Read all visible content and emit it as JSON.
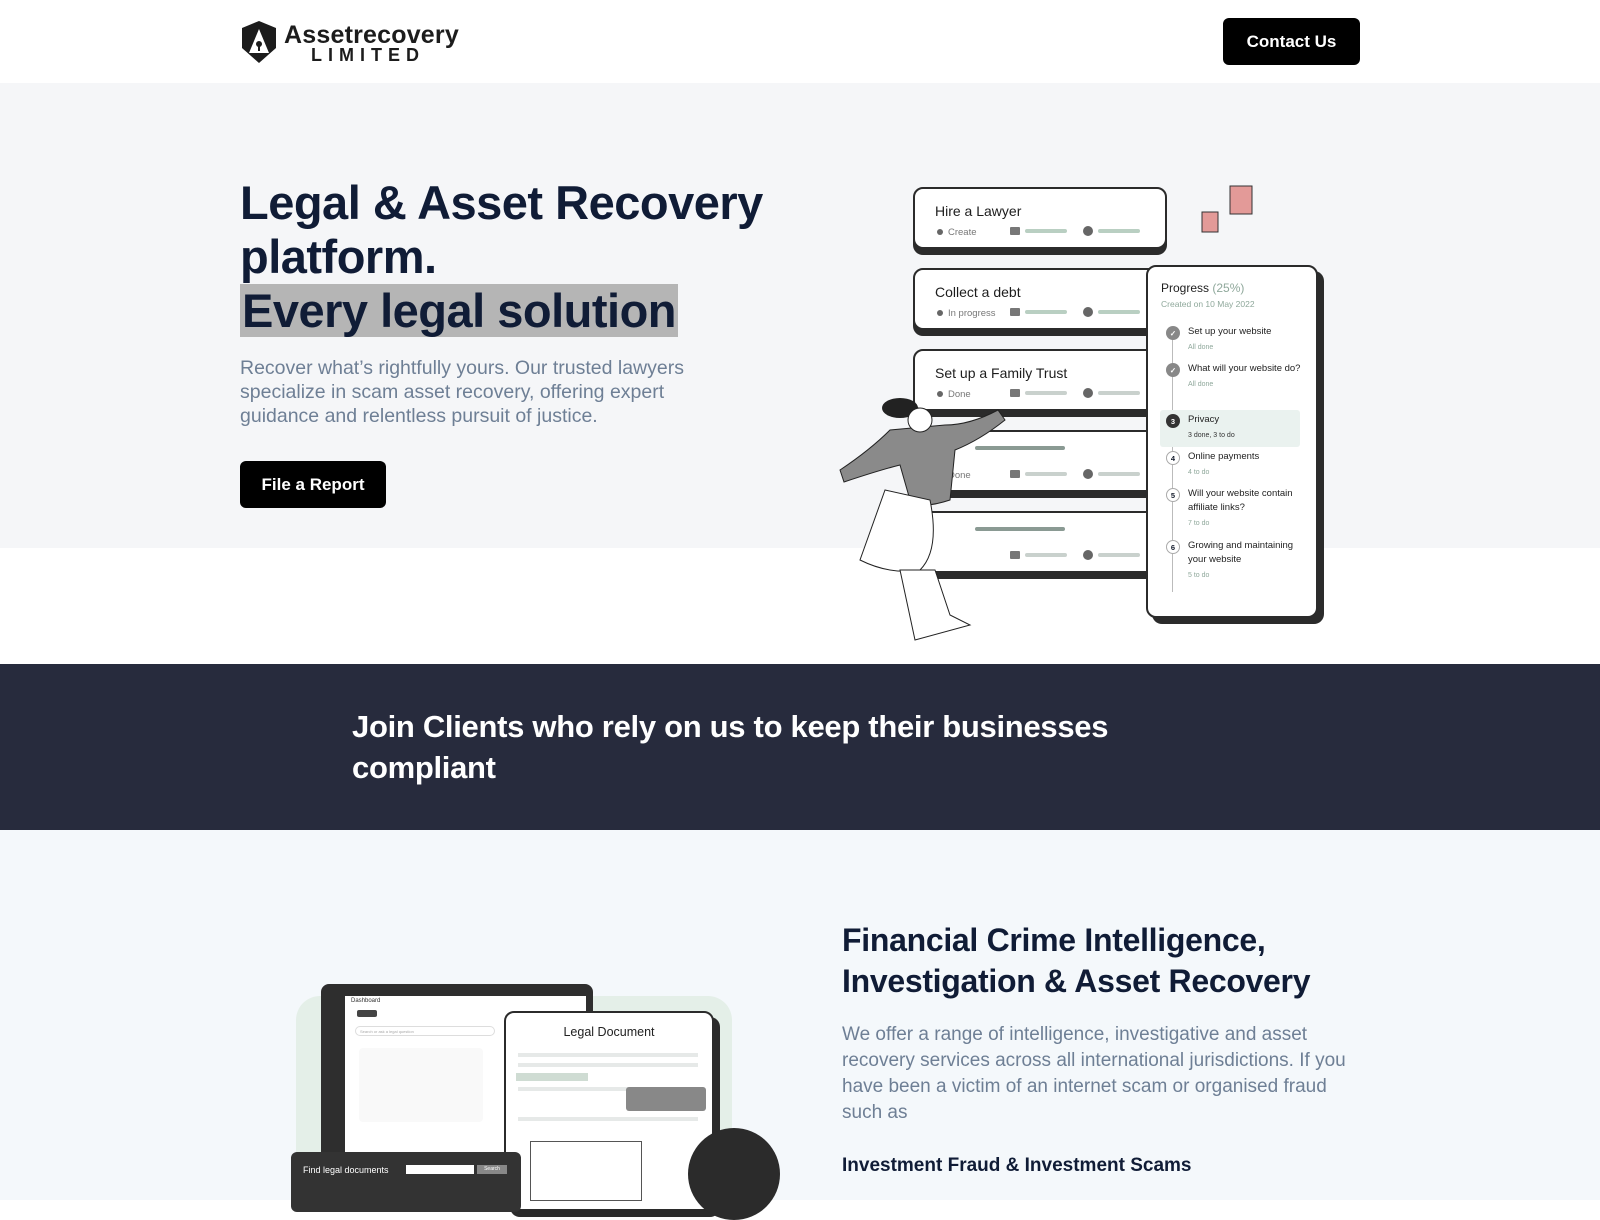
{
  "header": {
    "logo_name": "Assetrecovery",
    "logo_sub": "LIMITED",
    "contact_label": "Contact Us"
  },
  "hero": {
    "title_line1": "Legal & Asset Recovery",
    "title_line2": "platform.",
    "title_line3": "Every legal solution",
    "description": "Recover what’s rightfully yours. Our trusted lawyers specialize in scam asset recovery, offering expert guidance and relentless pursuit of justice.",
    "cta_label": "File a Report",
    "illustration": {
      "cards": [
        {
          "title": "Hire a Lawyer",
          "status": "Create"
        },
        {
          "title": "Collect a debt",
          "status": "In progress"
        },
        {
          "title": "Set up a Family Trust",
          "status": "Done"
        },
        {
          "status": "Done"
        }
      ],
      "progress": {
        "title": "Progress",
        "percent": "(25%)",
        "created": "Created on 10 May 2022",
        "steps": [
          {
            "num": "✓",
            "label": "Set up your website",
            "sub": "All done"
          },
          {
            "num": "✓",
            "label": "What will your website do?",
            "sub": "All done"
          },
          {
            "num": "3",
            "label": "Privacy",
            "sub": "3 done, 3 to do"
          },
          {
            "num": "4",
            "label": "Online payments",
            "sub": "4 to do"
          },
          {
            "num": "5",
            "label": "Will your website contain affiliate links?",
            "sub": "7 to do"
          },
          {
            "num": "6",
            "label": "Growing and maintaining your website",
            "sub": "5 to do"
          }
        ]
      }
    }
  },
  "band": {
    "text": "Join Clients who rely on us to keep their businesses compliant"
  },
  "section2": {
    "title": "Financial Crime Intelligence, Investigation & Asset Recovery",
    "description": "We offer a range of intelligence, investigative and asset recovery services across all international jurisdictions. If you have been a victim of an internet scam or organised fraud such as",
    "item1": "Investment Fraud & Investment Scams",
    "illustration": {
      "dashboard_label": "Dashboard",
      "search_placeholder": "Search or ask a legal question",
      "doc_title": "Legal Document",
      "find_label": "Find legal documents",
      "search_button": "Search"
    }
  }
}
